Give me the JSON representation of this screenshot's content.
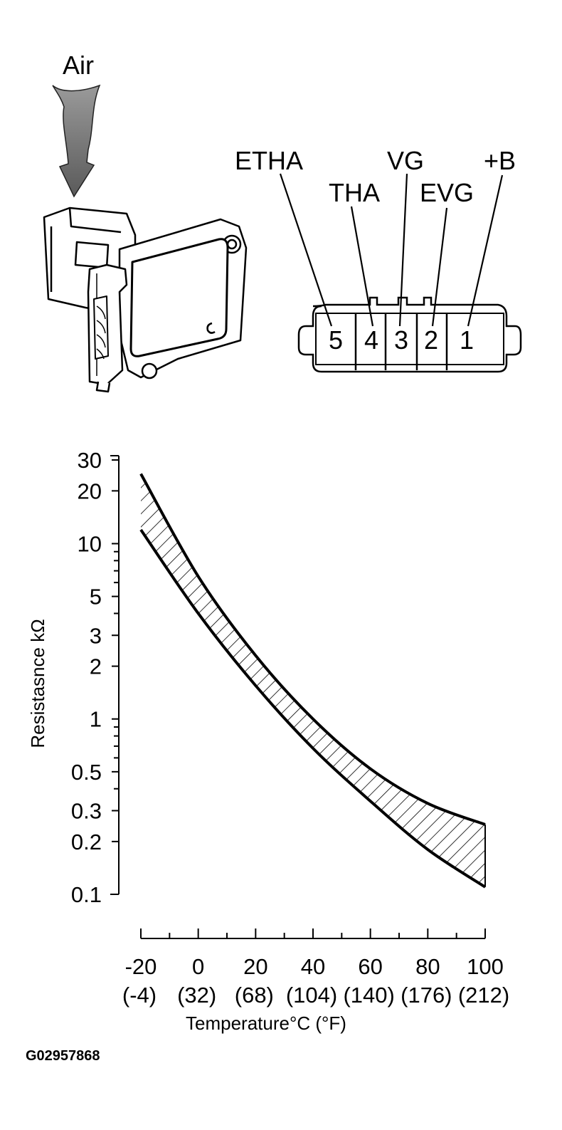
{
  "top": {
    "air_label": "Air",
    "pins": [
      {
        "name": "ETHA",
        "number": "5"
      },
      {
        "name": "THA",
        "number": "4"
      },
      {
        "name": "VG",
        "number": "3"
      },
      {
        "name": "EVG",
        "number": "2"
      },
      {
        "name": "+B",
        "number": "1"
      }
    ]
  },
  "chart_data": {
    "type": "area",
    "ylabel": "Resistasnce kΩ",
    "xlabel": "Temperature°C (°F)",
    "y_scale": "log",
    "ylim": [
      0.1,
      30
    ],
    "xlim": [
      -20,
      100
    ],
    "y_tick_labels": [
      "30",
      "20",
      "10",
      "5",
      "3",
      "2",
      "1",
      "0.5",
      "0.3",
      "0.2",
      "0.1"
    ],
    "y_tick_values": [
      30,
      20,
      10,
      5,
      3,
      2,
      1,
      0.5,
      0.3,
      0.2,
      0.1
    ],
    "x_ticks": [
      {
        "c": "-20",
        "f": "(-4)"
      },
      {
        "c": "0",
        "f": "(32)"
      },
      {
        "c": "20",
        "f": "(68)"
      },
      {
        "c": "40",
        "f": "(104)"
      },
      {
        "c": "60",
        "f": "(140)"
      },
      {
        "c": "80",
        "f": "(176)"
      },
      {
        "c": "100",
        "f": "(212)"
      }
    ],
    "series": [
      {
        "x": [
          -20,
          0,
          20,
          40,
          60,
          80,
          100
        ],
        "y": [
          25,
          6.5,
          2.3,
          1.0,
          0.52,
          0.33,
          0.25
        ]
      },
      {
        "x": [
          -20,
          0,
          20,
          40,
          60,
          80,
          100
        ],
        "y": [
          12,
          4.0,
          1.55,
          0.68,
          0.34,
          0.18,
          0.11
        ]
      }
    ]
  },
  "footer": {
    "code": "G02957868"
  }
}
